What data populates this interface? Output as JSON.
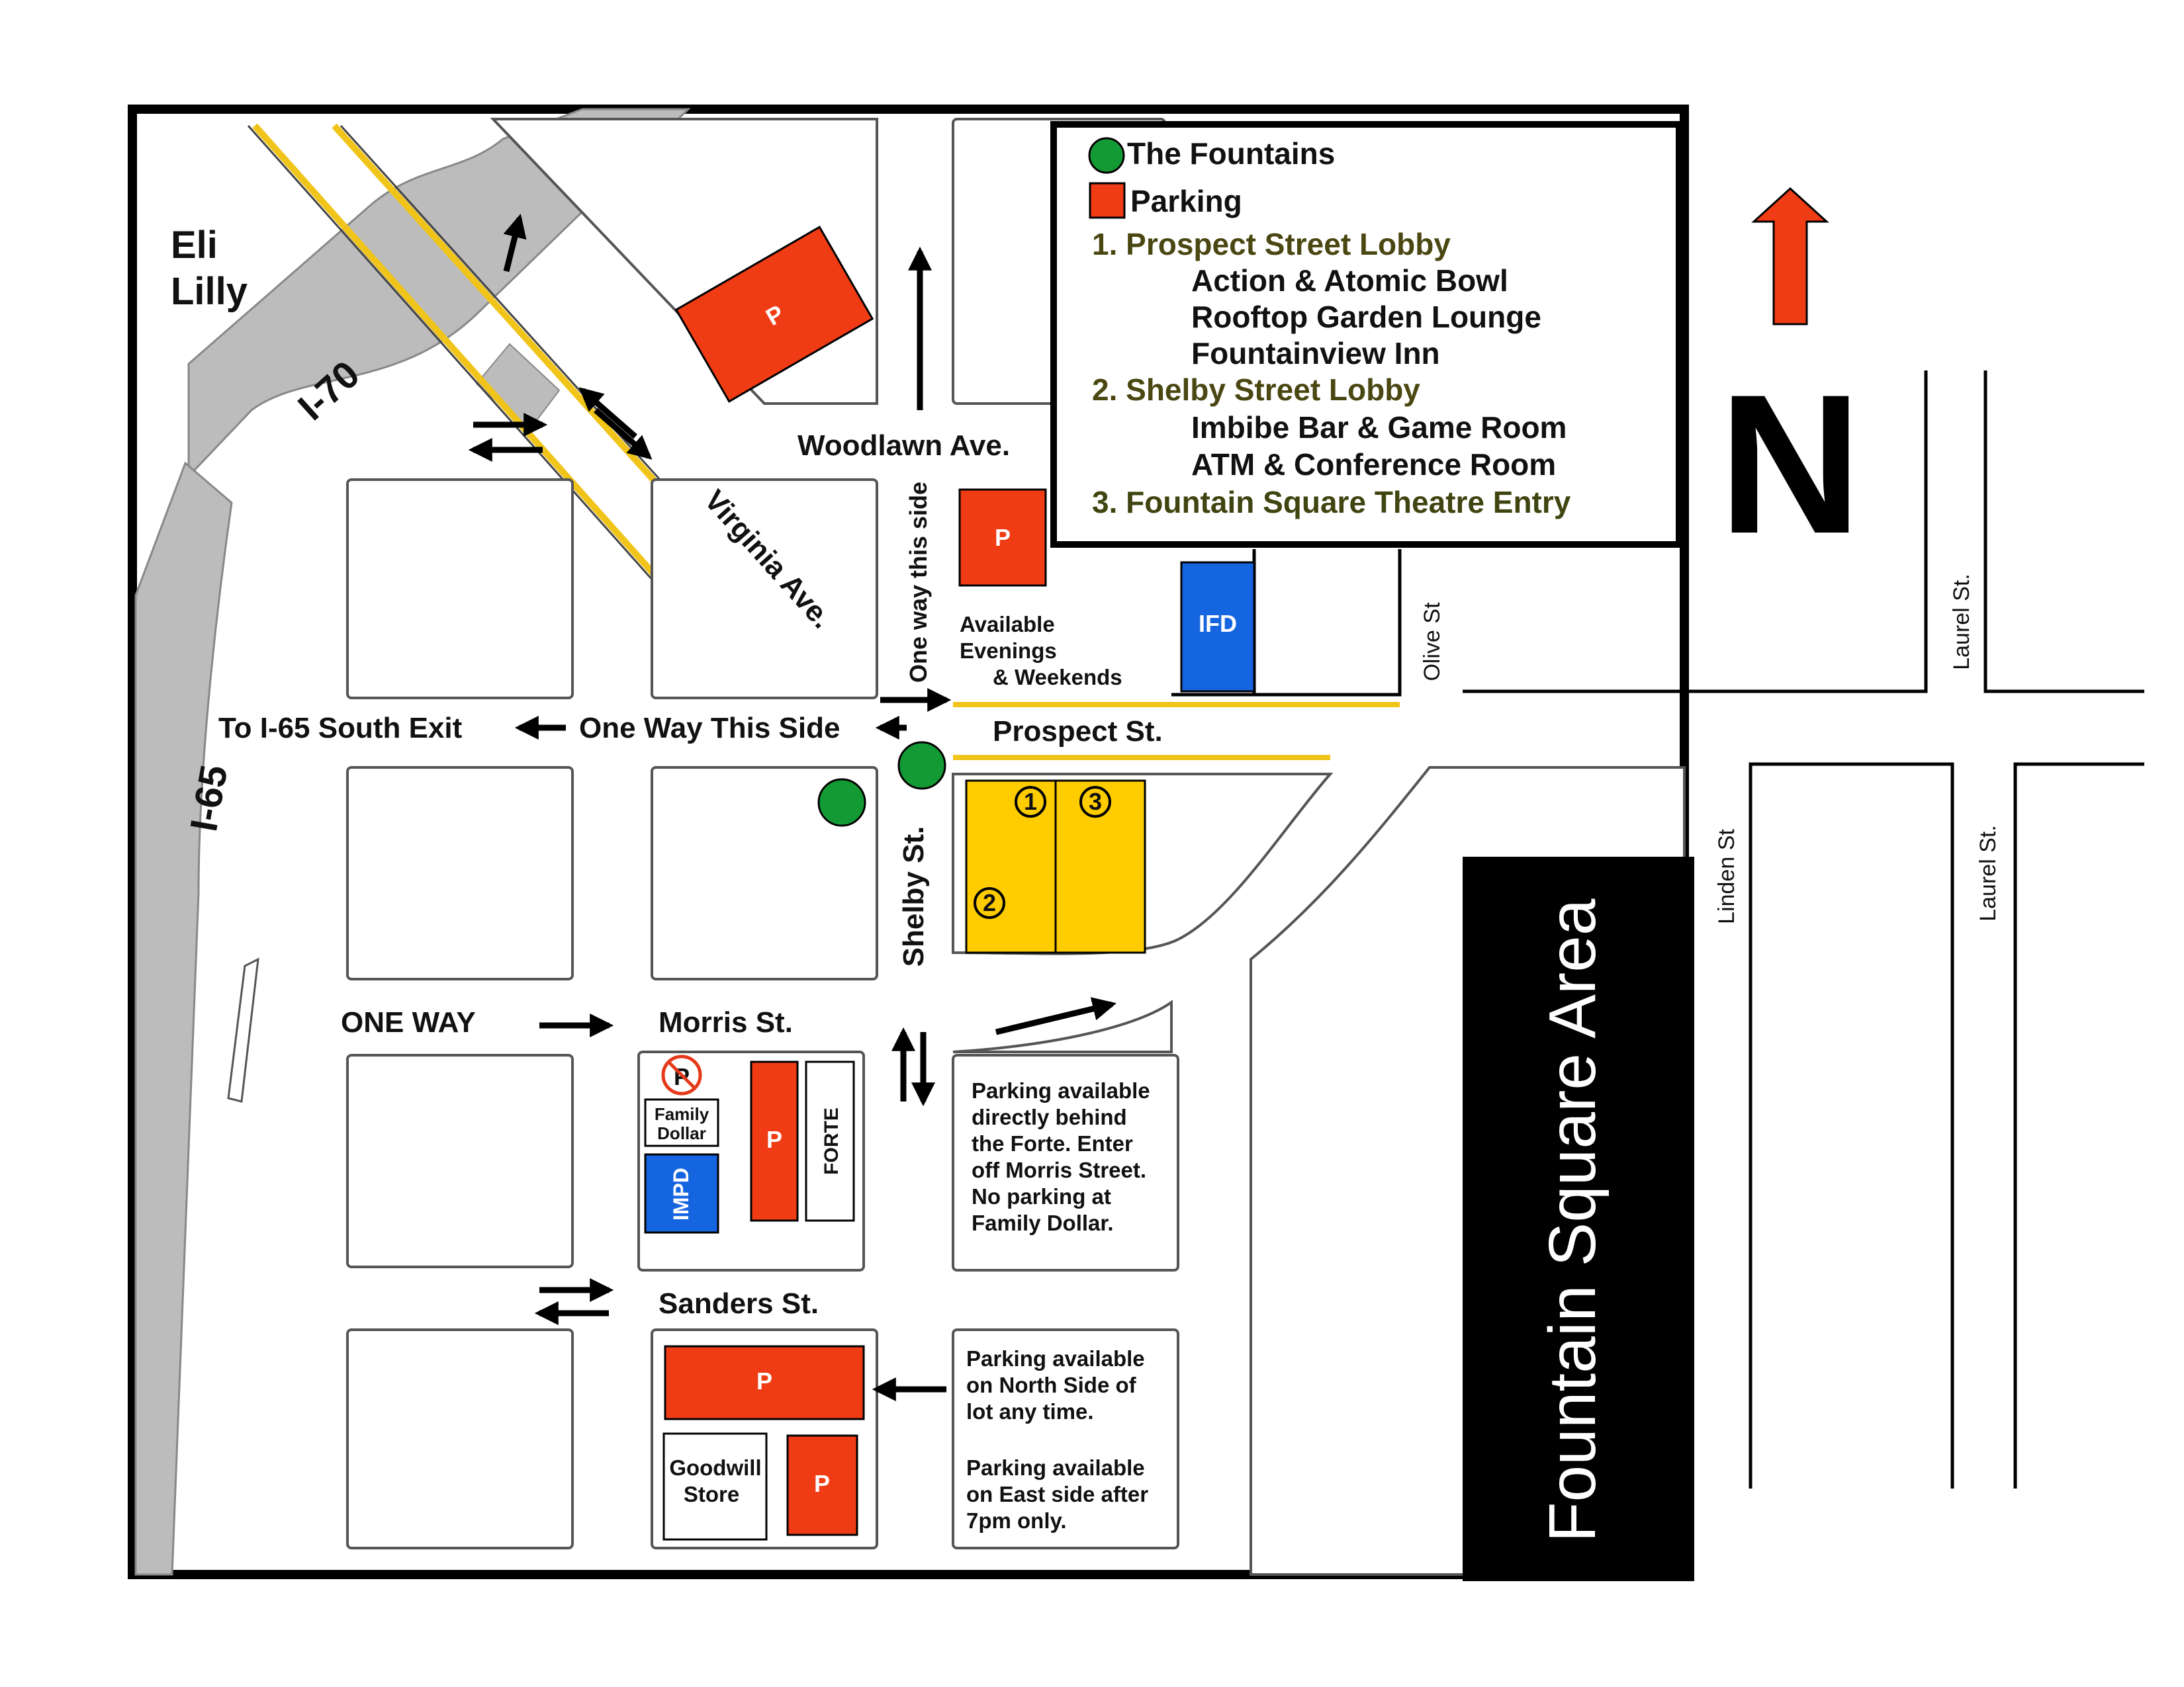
{
  "map": {
    "area_banner": "Fountain Square Area",
    "north_label": "N",
    "places": {
      "eli_lilly_line1": "Eli",
      "eli_lilly_line2": "Lilly"
    },
    "streets": {
      "i70": "I-70",
      "i65": "I-65",
      "virginia": "Virginia Ave.",
      "woodlawn": "Woodlawn Ave.",
      "one_way_this_side_vertical": "One way this side",
      "prospect": "Prospect St.",
      "shelby": "Shelby St.",
      "morris": "Morris St.",
      "sanders": "Sanders St.",
      "olive": "Olive St",
      "laurel_upper": "Laurel St.",
      "laurel_lower": "Laurel St.",
      "linden": "Linden St"
    },
    "directions": {
      "to_i65": "To I-65 South Exit",
      "one_way_this_side": "One Way This Side",
      "one_way": "ONE WAY"
    },
    "buildings": {
      "parking": "P",
      "ifd": "IFD",
      "impd": "IMPD",
      "family_dollar_1": "Family",
      "family_dollar_2": "Dollar",
      "forte": "FORTE",
      "goodwill_1": "Goodwill",
      "goodwill_2": "Store",
      "no_parking": "P"
    },
    "building_markers": [
      "1",
      "3",
      "2"
    ],
    "notes": {
      "available": [
        "Available",
        "Evenings",
        "& Weekends"
      ],
      "forte_parking": [
        "Parking available",
        "directly behind",
        "the Forte. Enter",
        "off Morris Street.",
        "No parking at",
        "Family Dollar."
      ],
      "goodwill_parking": [
        "Parking available",
        "on North Side of",
        "lot any time.",
        "",
        "Parking available",
        "on East side after",
        "7pm only."
      ]
    },
    "colors": {
      "parking": "#f03c14",
      "fountain": "#149a34",
      "building_yellow": "#ffcc00",
      "street_line": "#f0c419",
      "highway": "#bcbcbc",
      "police_fire": "#1565e0",
      "banner": "#000000",
      "north_arrow": "#f03c14"
    }
  },
  "legend": {
    "fountains": "The Fountains",
    "parking": "Parking",
    "items": [
      {
        "head": "1.  Prospect Street Lobby",
        "subs": [
          "Action & Atomic Bowl",
          "Rooftop Garden Lounge",
          "Fountainview Inn"
        ]
      },
      {
        "head": "2.  Shelby Street Lobby",
        "subs": [
          "Imbibe Bar & Game Room",
          "ATM & Conference Room"
        ]
      },
      {
        "head": "3.  Fountain Square Theatre Entry",
        "subs": []
      }
    ]
  }
}
